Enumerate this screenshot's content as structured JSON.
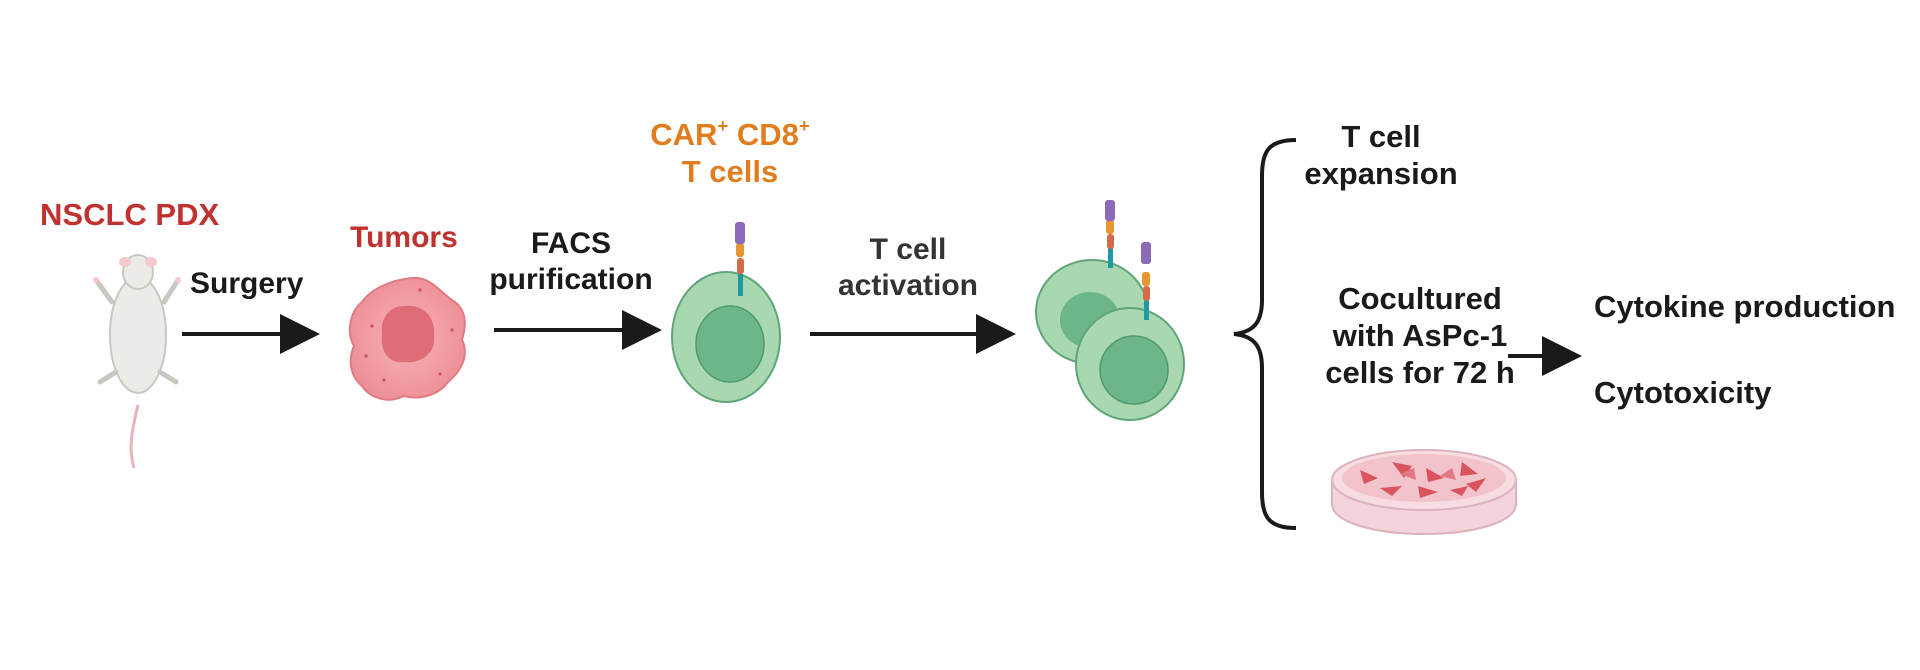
{
  "colors": {
    "red_label": "#c0322f",
    "orange_label": "#e07e1f",
    "cell_fill": "#a9d8b0",
    "cell_nucleus": "#6cb68a",
    "tumor_fill": "#f29aa0",
    "receptor_purple": "#8b6bb8",
    "receptor_teal": "#1f9aa0"
  },
  "steps": {
    "source": "NSCLC PDX",
    "surgery": "Surgery",
    "tumors": "Tumors",
    "facs_line1": "FACS",
    "facs_line2": "purification",
    "car_part1": "CAR",
    "car_sup1": "+",
    "car_part2": " CD8",
    "car_sup2": "+",
    "car_line2": "T cells",
    "activation_line1": "T cell",
    "activation_line2": "activation"
  },
  "outcomes": {
    "expansion_line1": "T cell",
    "expansion_line2": "expansion",
    "coculture_line1": "Cocultured",
    "coculture_line2": "with AsPc-1",
    "coculture_line3": "cells for 72 h",
    "cytokine": "Cytokine production",
    "cytotoxicity": "Cytotoxicity"
  },
  "icons": [
    "mouse-icon",
    "tumor-icon",
    "car-t-cell-icon",
    "activated-t-cells-icon",
    "petri-dish-icon"
  ]
}
